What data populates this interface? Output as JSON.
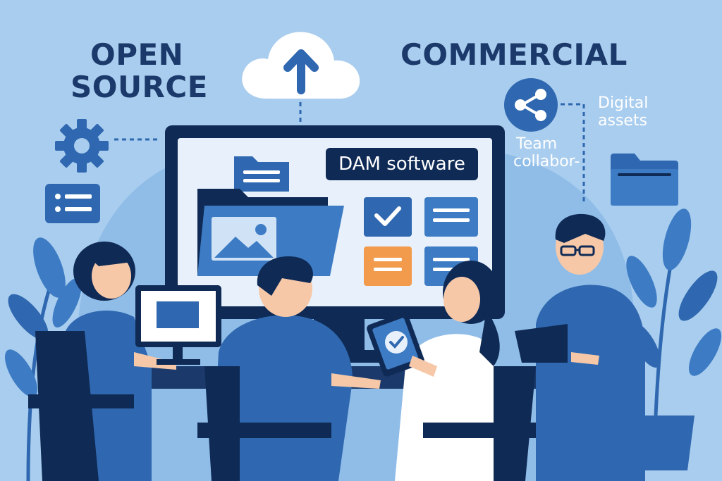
{
  "headings": {
    "open_source_line1": "OPEN",
    "open_source_line2": "SOURCE",
    "commercial": "COMMERCIAL"
  },
  "monitor": {
    "app_label": "DAM software"
  },
  "side_labels": {
    "digital_line1": "Digital",
    "digital_line2": "assets",
    "team_line1": "Team",
    "team_line2": "collabor-"
  },
  "icons": {
    "cloud_upload": "cloud-upload-icon",
    "gear": "gear-icon",
    "list": "list-icon",
    "share": "share-icon",
    "folder": "folder-icon",
    "image": "image-icon",
    "check": "check-icon"
  },
  "colors": {
    "background": "#a9cdee",
    "navy": "#0f2a55",
    "blue": "#2f68b0",
    "mid_blue": "#3d7cc4",
    "orange": "#f39b4c",
    "white": "#ffffff"
  }
}
